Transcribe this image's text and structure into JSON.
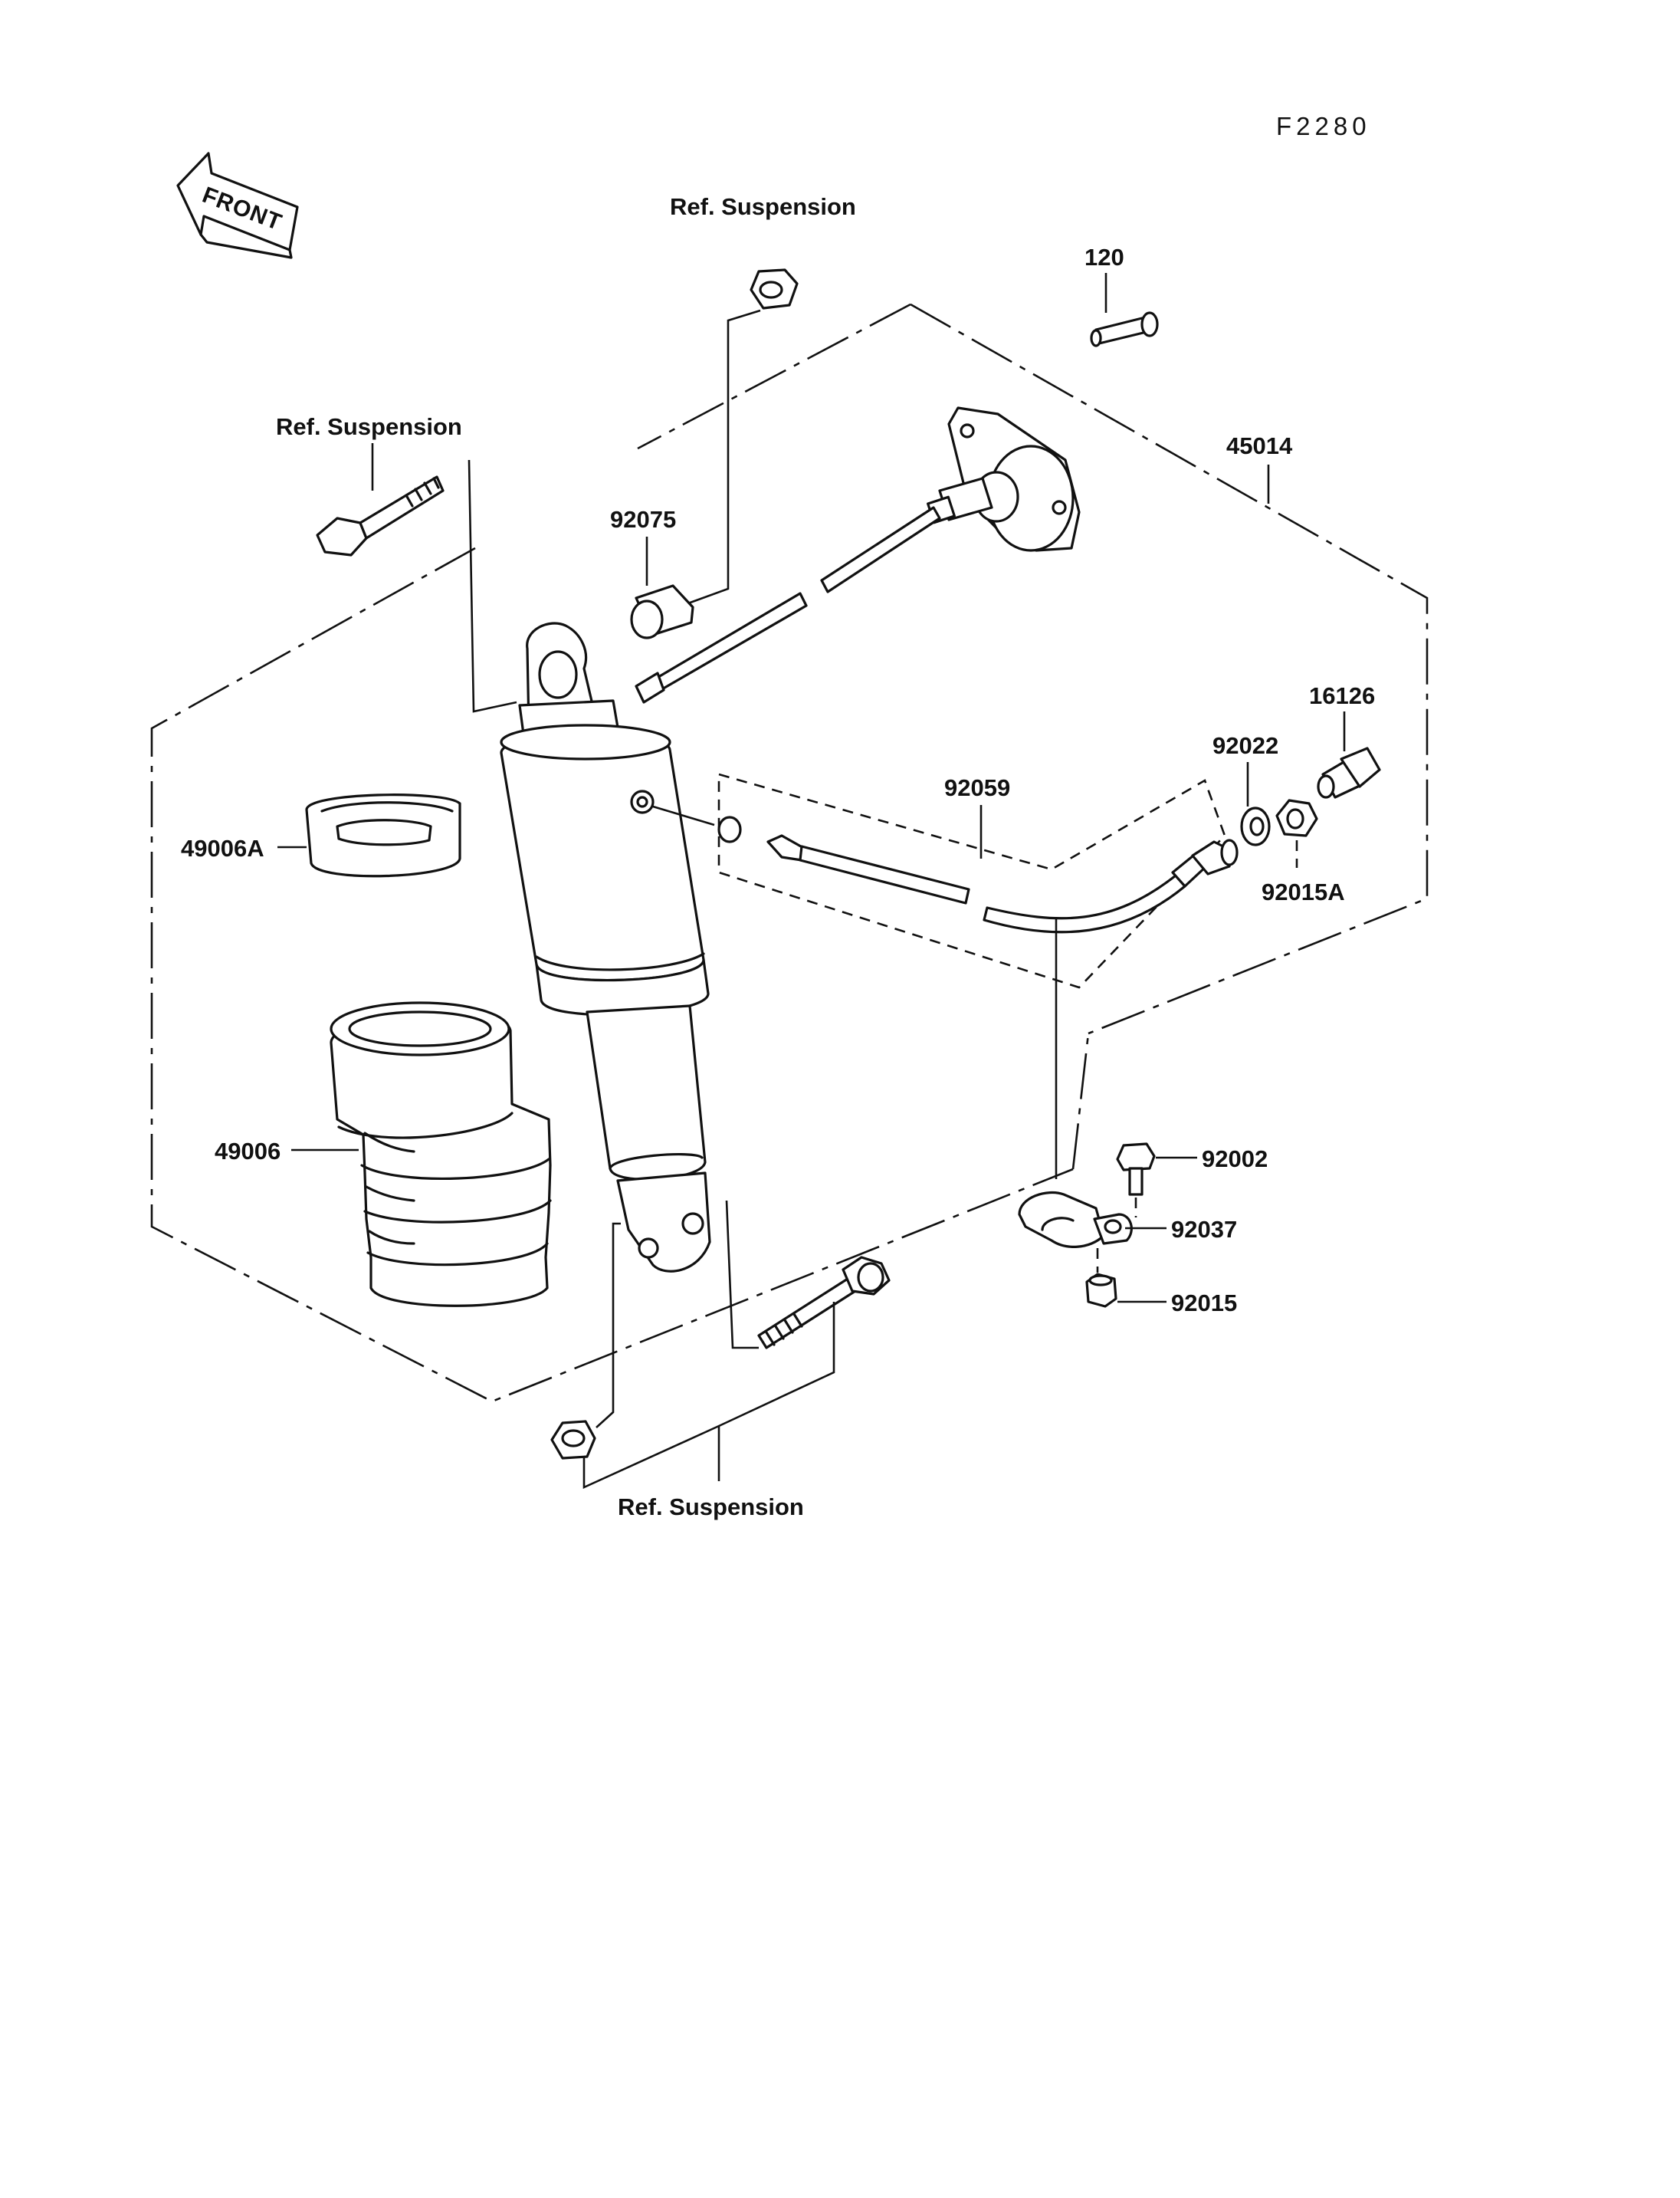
{
  "diagram_code": "F2280",
  "front_arrow": {
    "label": "FRONT",
    "icon": "front-arrow-icon"
  },
  "labels": {
    "ref_suspension_top": "Ref. Suspension",
    "ref_suspension_left": "Ref. Suspension",
    "ref_suspension_bottom": "Ref. Suspension",
    "p120": "120",
    "p45014": "45014",
    "p92075": "92075",
    "p16126": "16126",
    "p92022": "92022",
    "p92059": "92059",
    "p49006A": "49006A",
    "p92015A": "92015A",
    "p49006": "49006",
    "p92002": "92002",
    "p92037": "92037",
    "p92015": "92015"
  }
}
